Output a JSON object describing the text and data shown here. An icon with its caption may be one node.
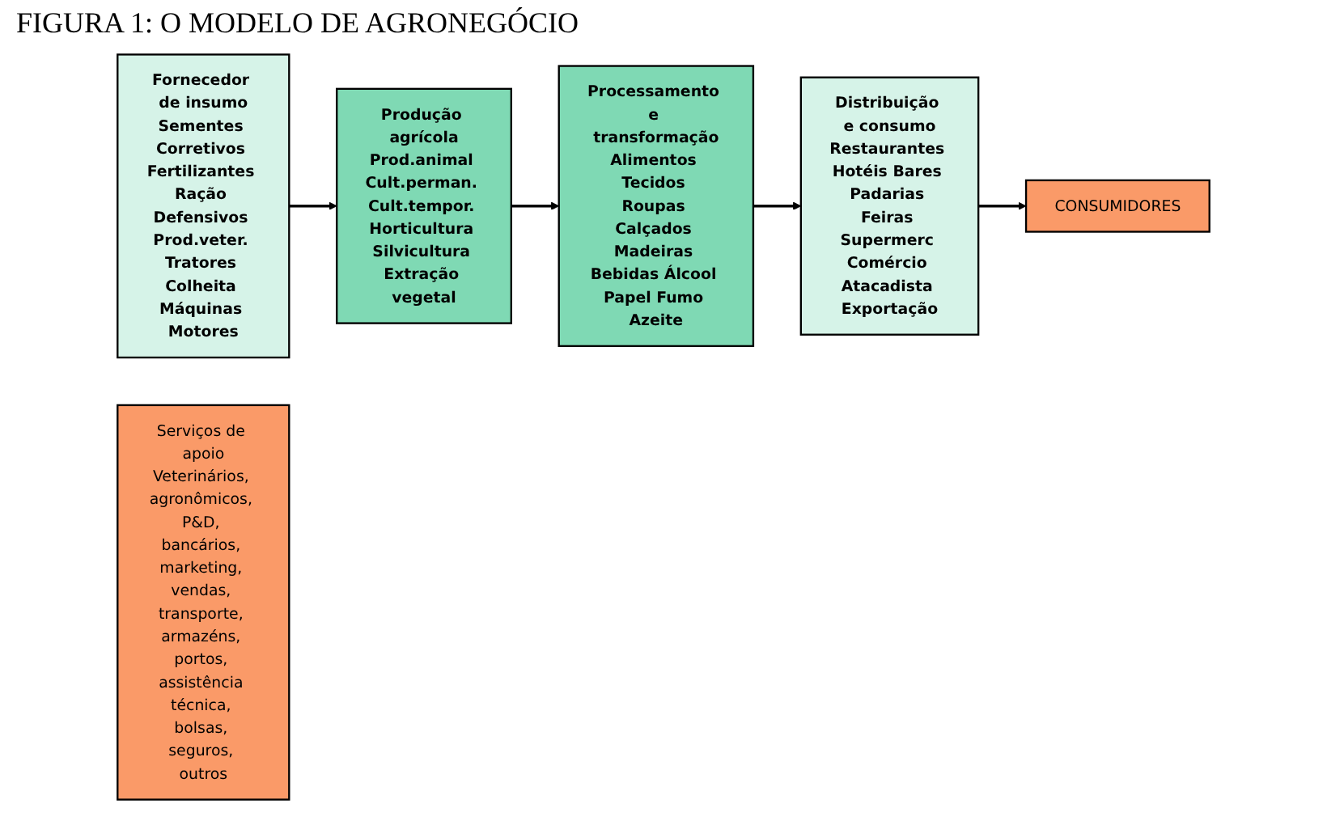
{
  "diagram": {
    "title": "FIGURA 1: O MODELO DE AGRONEGÓCIO",
    "nodes": [
      {
        "text": [
          "Fornecedor de insumo",
          "Sementes Corretivos Fertilizantes Ração Defensivos Prod.veter. Tratores Colheita Máquinas Motores"
        ]
      },
      {
        "text": [
          "Produção agrícola",
          "Prod.animal Cult.perman. Cult.tempor. Horticultura Silvicultura Extração vegetal"
        ]
      },
      {
        "text": [
          "Processamento e transformação",
          "Alimentos Tecidos Roupas Calçados Madeiras Bebidas Álcool Papel Fumo Azeite"
        ]
      },
      {
        "text": [
          "Distribuição e consumo",
          "Restaurantes Hotéis Bares Padarias Feiras Supermerc Comércio Atacadista Exportação"
        ]
      },
      {
        "text": [
          "CONSUMIDORES"
        ]
      },
      {
        "text": [
          "Serviços de apoio",
          "Veterinários, agronômicos, P&D, bancários, marketing, vendas, transporte, armazéns, portos, assistência técnica, bolsas, seguros, outros"
        ]
      }
    ],
    "edges": [
      {
        "from": 0,
        "to": 1,
        "arrow": "to"
      },
      {
        "from": 1,
        "to": 2,
        "arrow": "to"
      },
      {
        "from": 2,
        "to": 3,
        "arrow": "to"
      },
      {
        "from": 3,
        "to": 4,
        "arrow": "to"
      }
    ]
  }
}
